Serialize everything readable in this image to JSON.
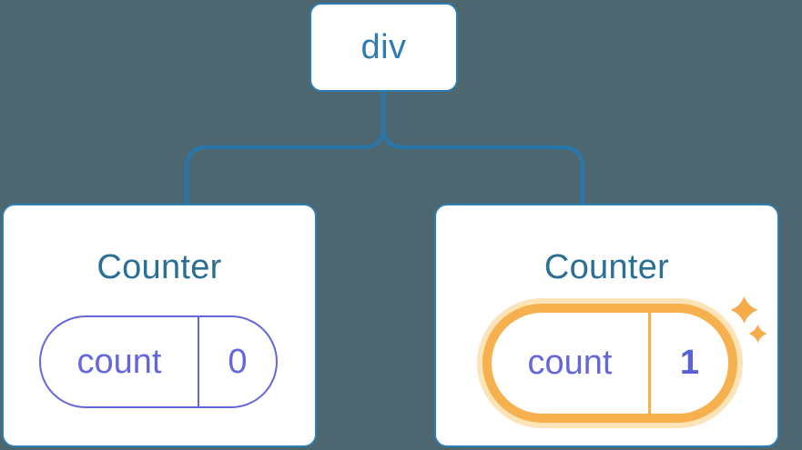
{
  "colors": {
    "background": "#4d6770",
    "card-bg": "#ffffff",
    "node-border": "#2f7eb1",
    "node-text": "#2e7cb0",
    "connector": "#2b76a8",
    "card-border": "#2f7eb1",
    "title-text": "#2a6f94",
    "state-purple": "#6467da",
    "state-value-bold": "#5a60d6",
    "highlight-orange": "#f6b14e",
    "highlight-glow": "#fce3b8",
    "sparkle": "#f5ac49"
  },
  "tree": {
    "root": {
      "label": "div"
    },
    "children": [
      {
        "title": "Counter",
        "state": {
          "name": "count",
          "value": "0"
        },
        "highlighted": false
      },
      {
        "title": "Counter",
        "state": {
          "name": "count",
          "value": "1"
        },
        "highlighted": true
      }
    ]
  }
}
